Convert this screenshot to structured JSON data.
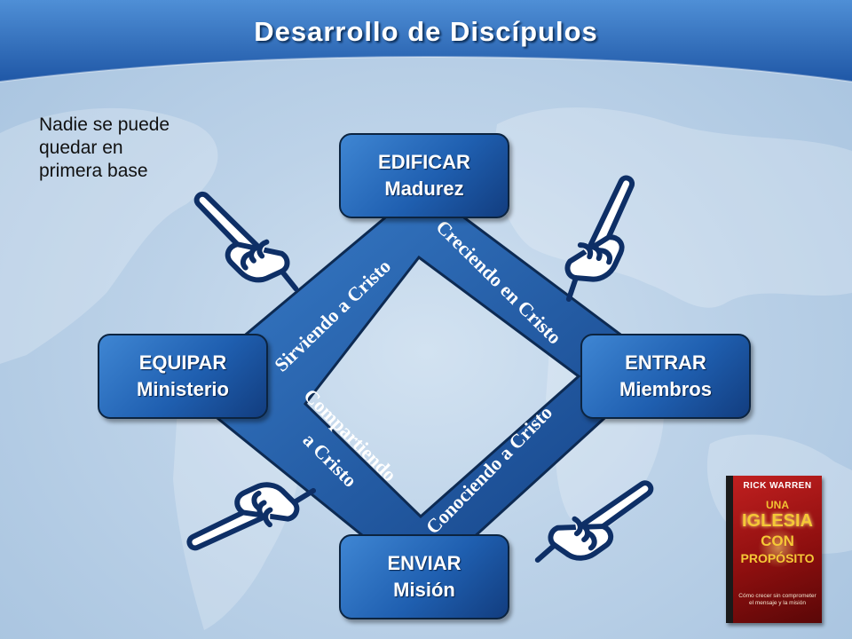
{
  "title": "Desarrollo de Discípulos",
  "note": [
    "Nadie se puede",
    "quedar en",
    "primera base"
  ],
  "nodes": {
    "top": {
      "line1": "EDIFICAR",
      "line2": "Madurez"
    },
    "left": {
      "line1": "EQUIPAR",
      "line2": "Ministerio"
    },
    "right": {
      "line1": "ENTRAR",
      "line2": "Miembros"
    },
    "bottom": {
      "line1": "ENVIAR",
      "line2": "Misión"
    }
  },
  "edges": {
    "top_right": "Creciendo en Cristo",
    "top_left": "Sirviendo a Cristo",
    "bottom_right": "Conociendo a Cristo",
    "bottom_left": [
      "Compartiendo",
      "a Cristo"
    ]
  },
  "icons": [
    "pointing-hand-icon",
    "pointing-hand-icon",
    "pointing-hand-icon",
    "pointing-hand-icon"
  ],
  "book": {
    "author": "RICK WARREN",
    "title": [
      "UNA",
      "IGLESIA",
      "CON",
      "PROPÓSITO"
    ],
    "subtitle": [
      "Cómo crecer sin comprometer",
      "el mensaje y la misión"
    ]
  },
  "colors": {
    "header": "#2d66b3",
    "node": "#1f5fb0",
    "diamond": "#1d57a5",
    "background": "#bcd2e8"
  }
}
